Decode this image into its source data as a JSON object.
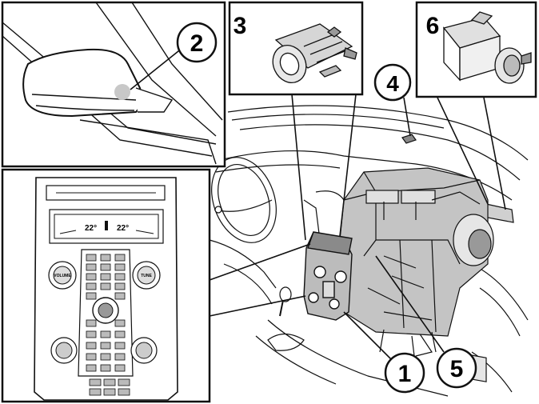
{
  "callouts": {
    "c1": "1",
    "c2": "2",
    "c3": "3",
    "c4": "4",
    "c5": "5",
    "c6": "6"
  },
  "panel": {
    "left_temp": "22°",
    "right_temp": "22°",
    "left_knob": "VOLUME",
    "right_knob": "TUNE"
  },
  "colors": {
    "line": "#111111",
    "shade": "#bdbdbd",
    "light": "#e6e6e6"
  }
}
